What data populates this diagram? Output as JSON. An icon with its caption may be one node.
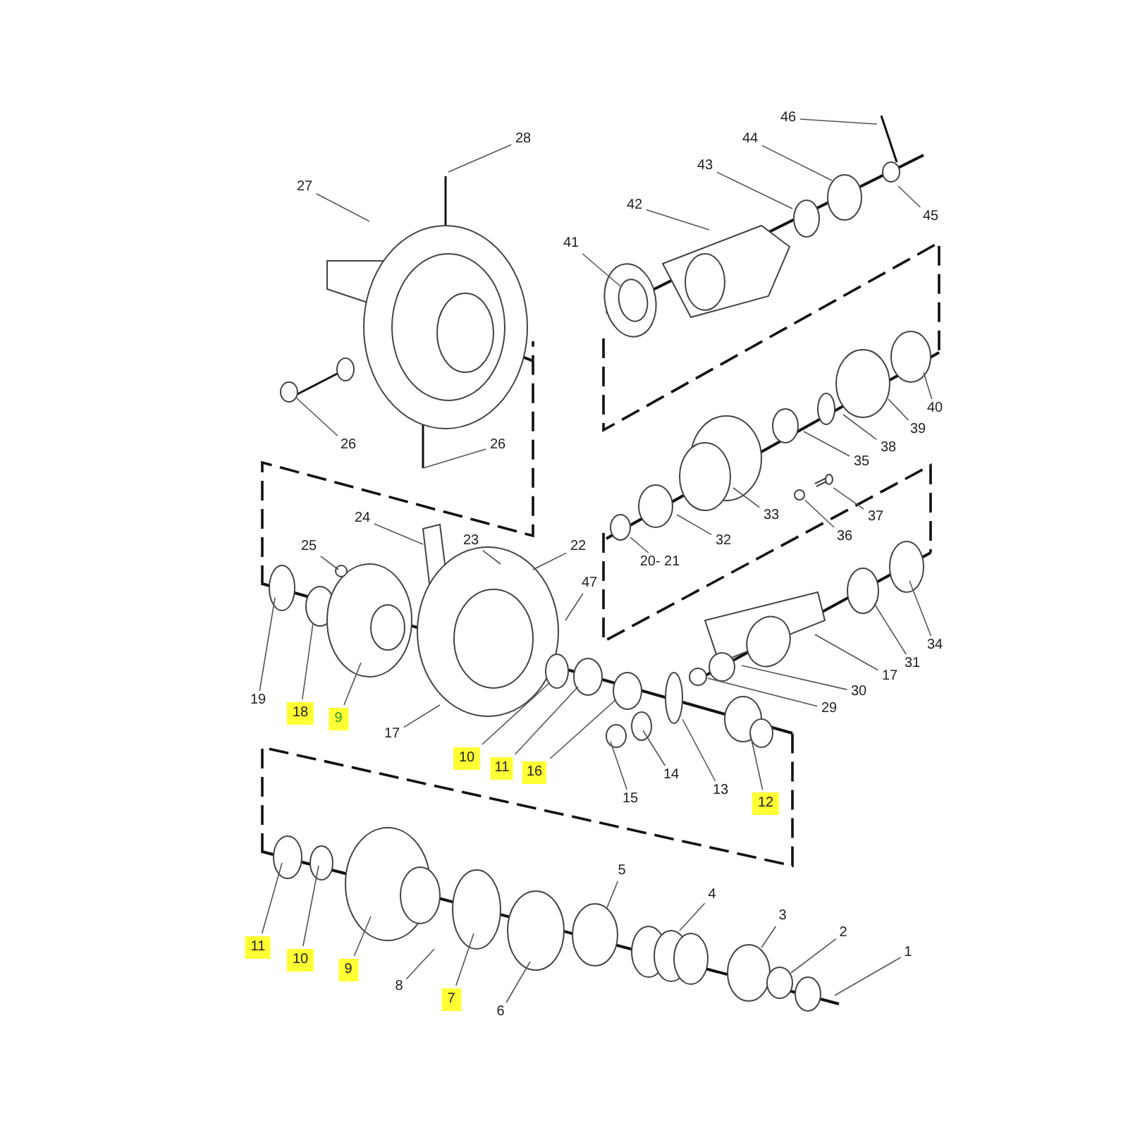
{
  "diagram": {
    "nodes": [
      {
        "text": [
          "46"
        ]
      },
      {
        "text": [
          "28"
        ]
      },
      {
        "text": [
          "44"
        ]
      },
      {
        "text": [
          "43"
        ]
      },
      {
        "text": [
          "27"
        ]
      },
      {
        "text": [
          "42"
        ]
      },
      {
        "text": [
          "45"
        ]
      },
      {
        "text": [
          "41"
        ]
      },
      {
        "text": [
          "40"
        ]
      },
      {
        "text": [
          "39"
        ]
      },
      {
        "text": [
          "26"
        ]
      },
      {
        "text": [
          "26"
        ]
      },
      {
        "text": [
          "38"
        ]
      },
      {
        "text": [
          "35"
        ]
      },
      {
        "text": [
          "33"
        ]
      },
      {
        "text": [
          "37"
        ]
      },
      {
        "text": [
          "24"
        ]
      },
      {
        "text": [
          "36"
        ]
      },
      {
        "text": [
          "32"
        ]
      },
      {
        "text": [
          "23"
        ]
      },
      {
        "text": [
          "22"
        ]
      },
      {
        "text": [
          "25"
        ]
      },
      {
        "text": [
          "20- 21"
        ]
      },
      {
        "text": [
          "47"
        ]
      },
      {
        "text": [
          "34"
        ]
      },
      {
        "text": [
          "31"
        ]
      },
      {
        "text": [
          "17"
        ]
      },
      {
        "text": [
          "30"
        ]
      },
      {
        "text": [
          "19"
        ]
      },
      {
        "text": [
          "29"
        ]
      },
      {
        "text": [
          "18"
        ]
      },
      {
        "text": [
          "9"
        ]
      },
      {
        "text": [
          "17"
        ]
      },
      {
        "text": [
          "10"
        ]
      },
      {
        "text": [
          "11"
        ]
      },
      {
        "text": [
          "16"
        ]
      },
      {
        "text": [
          "14"
        ]
      },
      {
        "text": [
          "13"
        ]
      },
      {
        "text": [
          "15"
        ]
      },
      {
        "text": [
          "12"
        ]
      },
      {
        "text": [
          "5"
        ]
      },
      {
        "text": [
          "4"
        ]
      },
      {
        "text": [
          "3"
        ]
      },
      {
        "text": [
          "2"
        ]
      },
      {
        "text": [
          "11"
        ]
      },
      {
        "text": [
          "1"
        ]
      },
      {
        "text": [
          "10"
        ]
      },
      {
        "text": [
          "9"
        ]
      },
      {
        "text": [
          "8"
        ]
      },
      {
        "text": [
          "7"
        ]
      },
      {
        "text": [
          "6"
        ]
      },
      {
        "text": [],
        "shape": "circle"
      },
      {
        "text": [],
        "shape": "picture"
      }
    ],
    "edges": [
      {
        "from": 0,
        "to": null,
        "arrow": "none"
      },
      {
        "from": 1,
        "to": null,
        "arrow": "none"
      },
      {
        "from": 2,
        "to": null,
        "arrow": "none"
      },
      {
        "from": 3,
        "to": null,
        "arrow": "none"
      },
      {
        "from": 4,
        "to": null,
        "arrow": "none"
      },
      {
        "from": 5,
        "to": null,
        "arrow": "none"
      },
      {
        "from": 6,
        "to": null,
        "arrow": "none"
      },
      {
        "from": 7,
        "to": null,
        "arrow": "none"
      },
      {
        "from": 8,
        "to": null,
        "arrow": "none"
      },
      {
        "from": 9,
        "to": null,
        "arrow": "none"
      },
      {
        "from": 10,
        "to": null,
        "arrow": "none"
      },
      {
        "from": 11,
        "to": null,
        "arrow": "none"
      },
      {
        "from": 12,
        "to": null,
        "arrow": "none"
      },
      {
        "from": 13,
        "to": null,
        "arrow": "none"
      },
      {
        "from": 14,
        "to": null,
        "arrow": "none"
      },
      {
        "from": 15,
        "to": 52,
        "arrow": "none"
      },
      {
        "from": 16,
        "to": null,
        "arrow": "none"
      },
      {
        "from": 17,
        "to": 51,
        "arrow": "none"
      },
      {
        "from": 18,
        "to": null,
        "arrow": "none"
      },
      {
        "from": 19,
        "to": null,
        "arrow": "none"
      },
      {
        "from": 20,
        "to": null,
        "arrow": "none"
      },
      {
        "from": 21,
        "to": null,
        "arrow": "none"
      },
      {
        "from": 22,
        "to": null,
        "arrow": "none"
      },
      {
        "from": 23,
        "to": null,
        "arrow": "none"
      },
      {
        "from": 24,
        "to": null,
        "arrow": "none"
      },
      {
        "from": 25,
        "to": null,
        "arrow": "none"
      },
      {
        "from": 26,
        "to": null,
        "arrow": "none"
      },
      {
        "from": 27,
        "to": null,
        "arrow": "none"
      },
      {
        "from": 28,
        "to": null,
        "arrow": "none"
      },
      {
        "from": 29,
        "to": null,
        "arrow": "none"
      },
      {
        "from": 30,
        "to": null,
        "arrow": "none"
      },
      {
        "from": 31,
        "to": null,
        "arrow": "none"
      },
      {
        "from": 32,
        "to": null,
        "arrow": "none"
      },
      {
        "from": 33,
        "to": null,
        "arrow": "none"
      },
      {
        "from": 34,
        "to": null,
        "arrow": "none"
      },
      {
        "from": 35,
        "to": null,
        "arrow": "none"
      },
      {
        "from": 36,
        "to": null,
        "arrow": "none"
      },
      {
        "from": 37,
        "to": null,
        "arrow": "none"
      },
      {
        "from": 38,
        "to": null,
        "arrow": "none"
      },
      {
        "from": 39,
        "to": null,
        "arrow": "none"
      },
      {
        "from": 40,
        "to": null,
        "arrow": "none"
      },
      {
        "from": 41,
        "to": null,
        "arrow": "none"
      },
      {
        "from": 42,
        "to": null,
        "arrow": "none"
      },
      {
        "from": 43,
        "to": null,
        "arrow": "none"
      },
      {
        "from": 44,
        "to": null,
        "arrow": "none"
      },
      {
        "from": 45,
        "to": null,
        "arrow": "none"
      },
      {
        "from": 46,
        "to": null,
        "arrow": "none"
      },
      {
        "from": 47,
        "to": null,
        "arrow": "none"
      },
      {
        "from": 48,
        "to": null,
        "arrow": "none"
      },
      {
        "from": 49,
        "to": null,
        "arrow": "none"
      },
      {
        "from": 50,
        "to": null,
        "arrow": "none"
      }
    ]
  }
}
